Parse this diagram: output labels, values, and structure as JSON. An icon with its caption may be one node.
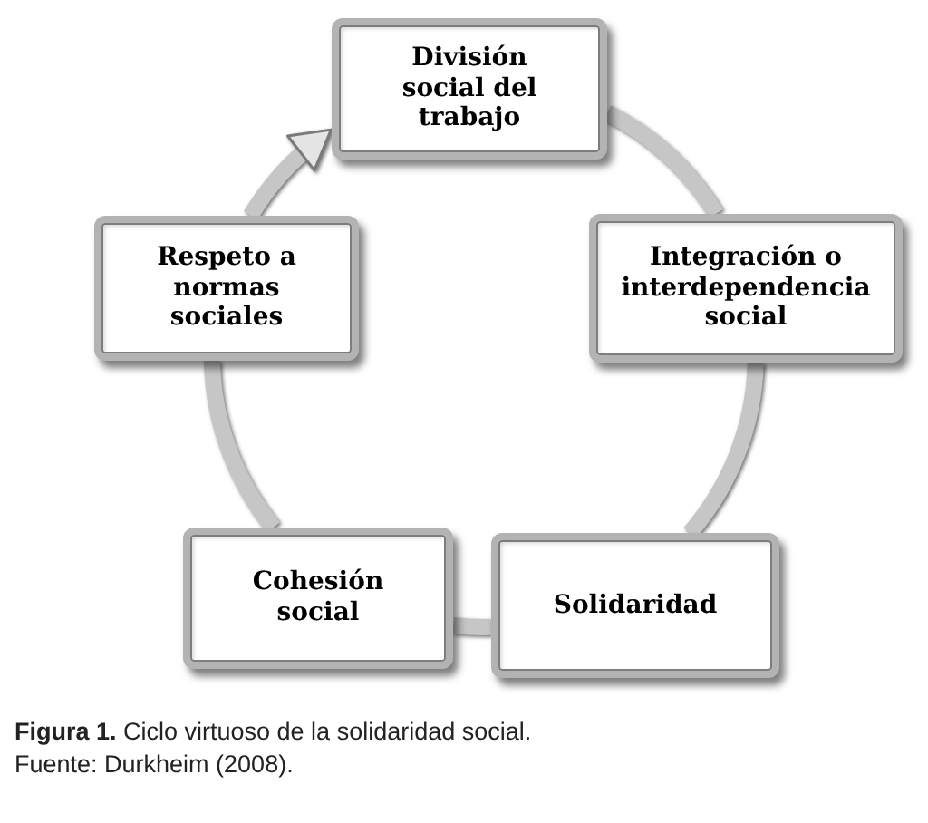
{
  "diagram": {
    "caption": "**Figura 1.** Ciclo virtuoso de la solidaridad social.",
    "nodes": [
      {
        "text": [
          "División social del trabajo"
        ]
      },
      {
        "text": [
          "Integración o interdependencia social"
        ]
      },
      {
        "text": [
          "Solidaridad"
        ]
      },
      {
        "text": [
          "Cohesión social"
        ]
      },
      {
        "text": [
          "Respeto a normas sociales"
        ]
      }
    ],
    "edges": [
      {
        "from": 0,
        "to": 1,
        "arrow": "none"
      },
      {
        "from": 1,
        "to": 2,
        "arrow": "none"
      },
      {
        "from": 2,
        "to": 3,
        "arrow": "none"
      },
      {
        "from": 3,
        "to": 4,
        "arrow": "none"
      },
      {
        "from": 4,
        "to": 0,
        "arrow": "to"
      }
    ],
    "labels": [
      "Fuente: Durkheim (2008)."
    ]
  }
}
